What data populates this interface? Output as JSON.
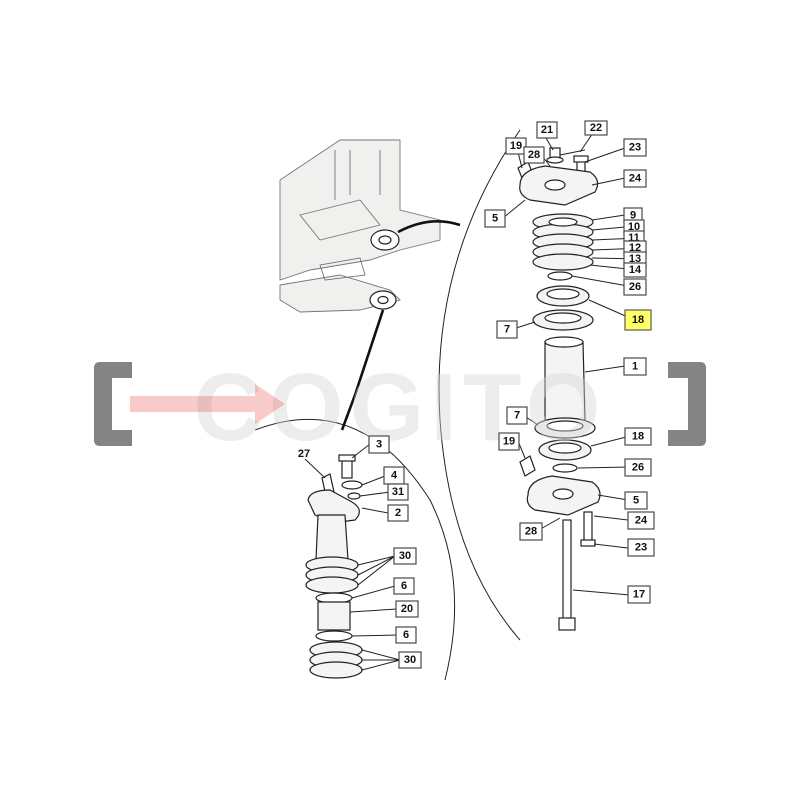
{
  "watermark": {
    "text": "COGITO"
  },
  "labels": {
    "l21": "21",
    "l22": "22",
    "l19a": "19",
    "l28a": "28",
    "l23a": "23",
    "l24a": "24",
    "l5a": "5",
    "l9": "9",
    "l10": "10",
    "l11": "11",
    "l12": "12",
    "l13": "13",
    "l14": "14",
    "l26a": "26",
    "l18a": "18",
    "l7a": "7",
    "l1": "1",
    "l7b": "7",
    "l18b": "18",
    "l19b": "19",
    "l26b": "26",
    "l5b": "5",
    "l28b": "28",
    "l24b": "24",
    "l23b": "23",
    "l17": "17",
    "l27": "27",
    "l3": "3",
    "l4": "4",
    "l31": "31",
    "l2": "2",
    "l30a": "30",
    "l6a": "6",
    "l20": "20",
    "l6b": "6",
    "l30b": "30"
  },
  "colors": {
    "highlight": "#ffff66",
    "watermark_grey": "#6e6e6e",
    "watermark_red": "#e02020"
  }
}
